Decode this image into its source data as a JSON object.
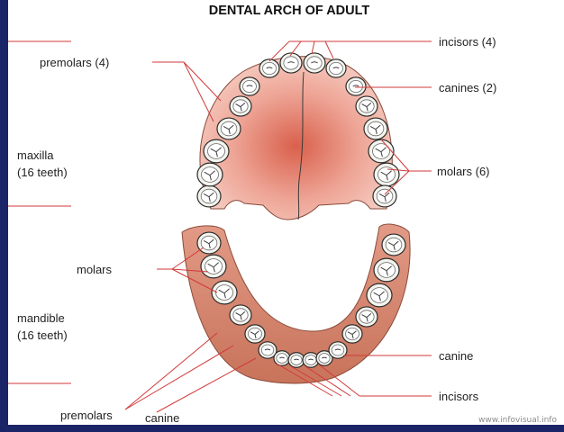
{
  "title": "DENTAL ARCH OF ADULT",
  "labels": {
    "premolars_upper": "premolars (4)",
    "maxilla_line1": "maxilla",
    "maxilla_line2": "(16 teeth)",
    "incisors_upper": "incisors (4)",
    "canines_upper": "canines (2)",
    "molars_upper": "molars (6)",
    "molars_lower": "molars",
    "mandible_line1": "mandible",
    "mandible_line2": "(16 teeth)",
    "canine_right": "canine",
    "incisors_lower": "incisors",
    "premolars_lower": "premolars",
    "canine_bottom": "canine"
  },
  "credit": "www.infovisual.info",
  "colors": {
    "background": "#1b2466",
    "palate": "#e8907a",
    "gum": "#d9826a",
    "leader_line": "#d13a3a"
  }
}
